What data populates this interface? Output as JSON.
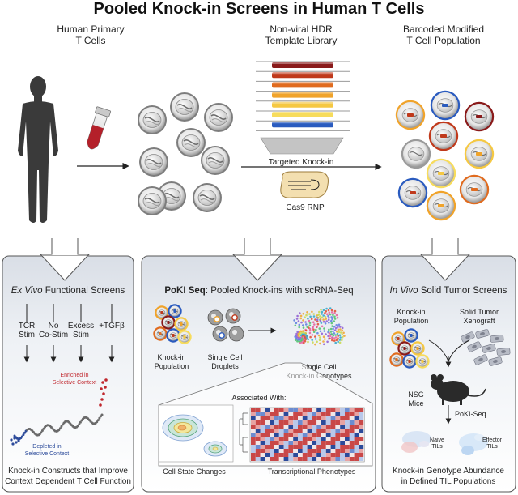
{
  "title": "Pooled Knock-in Screens in Human T Cells",
  "top": {
    "left_header": [
      "Human Primary",
      "T Cells"
    ],
    "middle_header": [
      "Non-viral HDR",
      "Template Library"
    ],
    "right_header": [
      "Barcoded Modified",
      "T Cell Population"
    ],
    "targeted_label": "Targeted Knock-in",
    "cas9_label": "Cas9 RNP"
  },
  "panel_left": {
    "title_italic": "Ex Vivo",
    "title_rest": " Functional Screens",
    "conditions": [
      {
        "lines": [
          "TCR",
          "Stim"
        ]
      },
      {
        "lines": [
          "No",
          "Co-Stim"
        ]
      },
      {
        "lines": [
          "Excess",
          "Stim"
        ]
      },
      {
        "lines": [
          "+TGFβ"
        ]
      }
    ],
    "enriched_label": [
      "Enriched in",
      "Selective Context"
    ],
    "depleted_label": [
      "Depleted in",
      "Selective Context"
    ],
    "bottom_text": [
      "Knock-in Constructs that Improve",
      "Context Dependent T Cell Function"
    ],
    "colors": {
      "enriched": "#c0262c",
      "depleted": "#2b4a9a"
    }
  },
  "panel_middle": {
    "title_bold": "PoKI Seq",
    "title_rest": ": Pooled Knock-ins with scRNA-Seq",
    "knockin_population": [
      "Knock-in",
      "Population"
    ],
    "single_cell_droplets": [
      "Single Cell",
      "Droplets"
    ],
    "single_cell_genotypes": [
      "Single Cell",
      "Knock-in Genotypes"
    ],
    "associated_with": "Associated With:",
    "cell_state_changes": "Cell State Changes",
    "transcriptional_phenotypes": "Transcriptional Phenotypes"
  },
  "panel_right": {
    "title_italic": "In Vivo",
    "title_rest": " Solid Tumor Screens",
    "knockin_population": [
      "Knock-in",
      "Population"
    ],
    "solid_tumor": [
      "Solid Tumor",
      "Xenograft"
    ],
    "nsg_mice": [
      "NSG",
      "Mice"
    ],
    "poki_seq": "PoKI-Seq",
    "naive_tils": [
      "Naive",
      "TILs"
    ],
    "effector_tils": [
      "Effector",
      "TILs"
    ],
    "bottom_text": [
      "Knock-in Genotype Abundance",
      "in Defined TIL Populations"
    ]
  },
  "library_colors": [
    "#8a1a1a",
    "#c0391b",
    "#e06b1f",
    "#f0a32a",
    "#f5c842",
    "#f7dc5c",
    "#2a5bbf"
  ]
}
